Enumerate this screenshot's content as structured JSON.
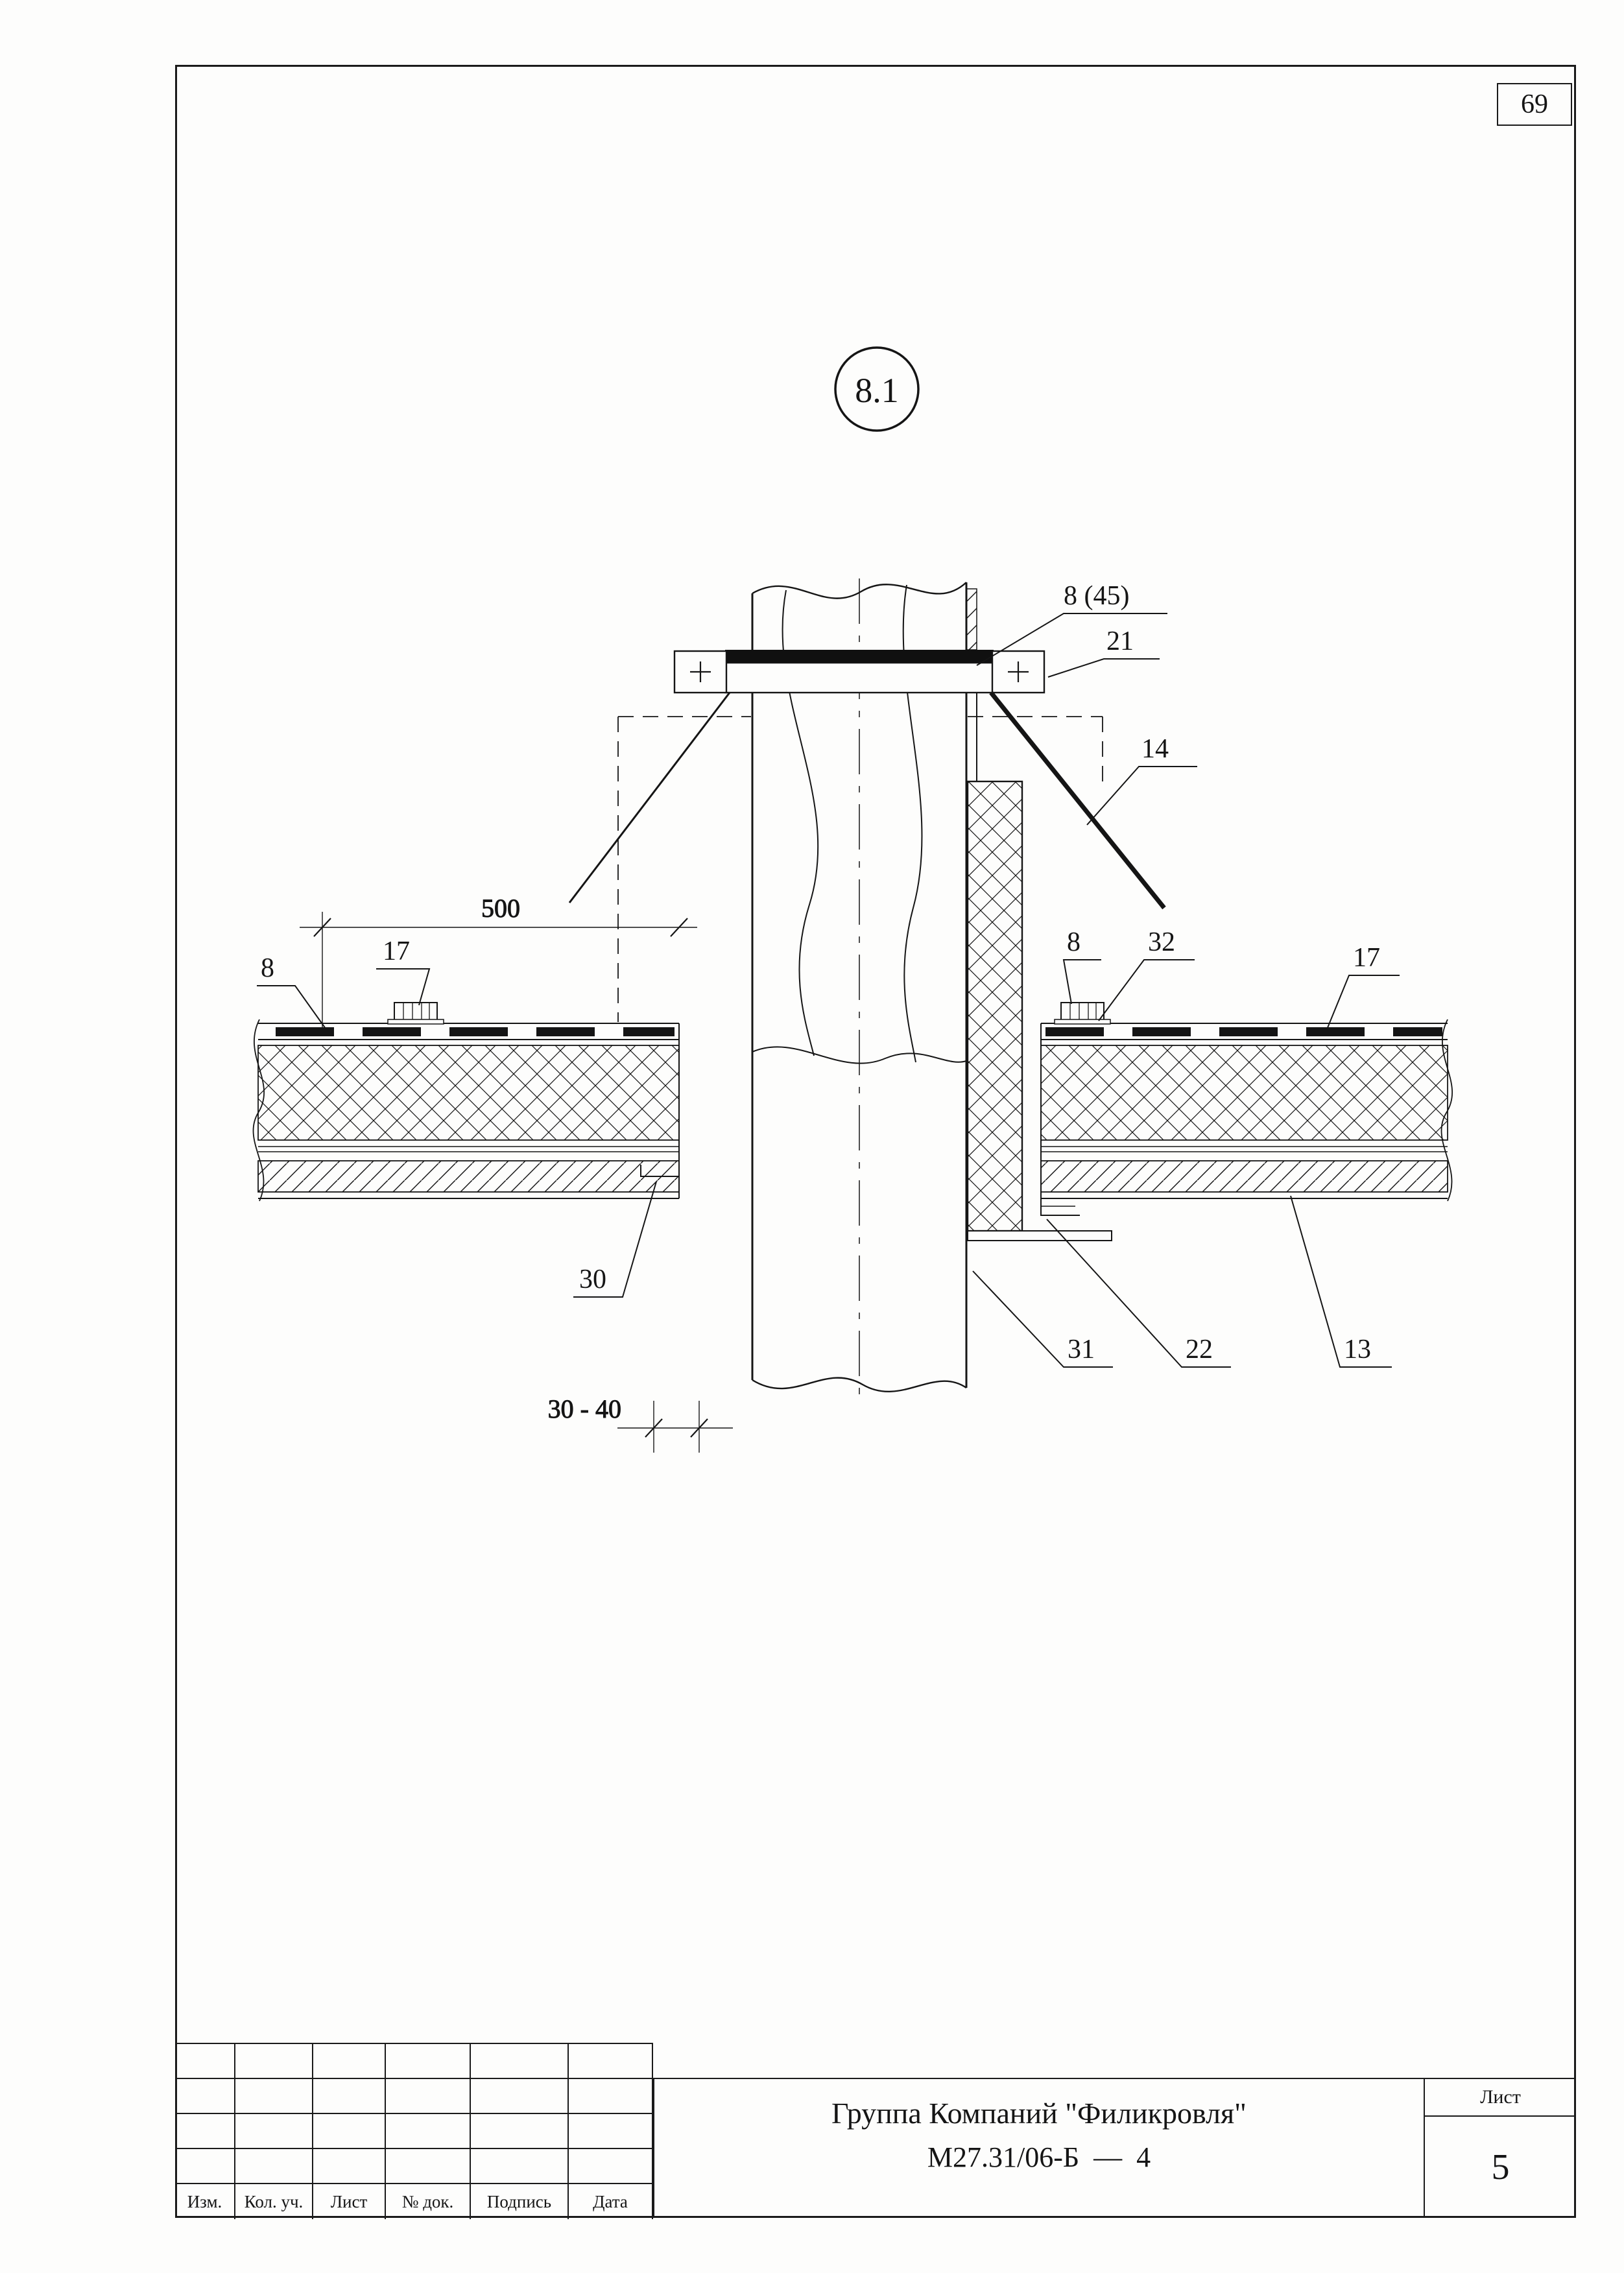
{
  "page": {
    "corner_number": "69"
  },
  "detail": {
    "bubble": "8.1"
  },
  "dimensions": {
    "span": "500",
    "gap": "30 - 40"
  },
  "callouts": {
    "pipe_top": "8 (45)",
    "clamp": "21",
    "apron": "14",
    "left_membrane": "8",
    "left_fastener": "17",
    "right_membrane": "8",
    "right_fastener": "32",
    "right_carpet": "17",
    "deck_left": "30",
    "sleeve_bottom": "31",
    "bracket": "22",
    "deck_right": "13"
  },
  "title_block": {
    "company": "Группа Компаний \"Филикровля\"",
    "doc_number": "М27.31/06-Б  —  4",
    "sheet_label": "Лист",
    "sheet_number": "5",
    "columns": [
      "Изм.",
      "Кол. уч.",
      "Лист",
      "№ док.",
      "Подпись",
      "Дата"
    ]
  }
}
